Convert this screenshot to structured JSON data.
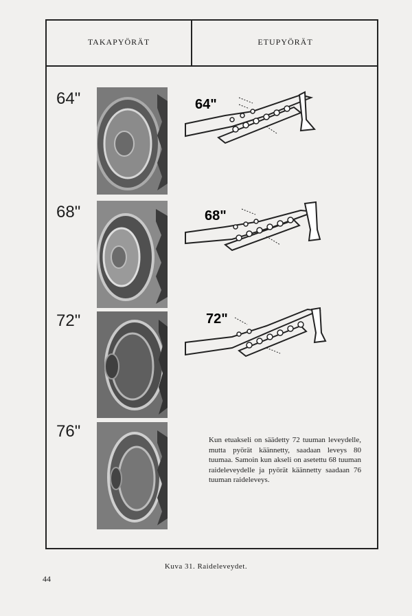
{
  "header": {
    "left": "TAKAPYÖRÄT",
    "right": "ETUPYÖRÄT"
  },
  "rows": [
    {
      "size": "64\"",
      "axle_label": "64\""
    },
    {
      "size": "68\"",
      "axle_label": "68\""
    },
    {
      "size": "72\"",
      "axle_label": "72\""
    },
    {
      "size": "76\""
    }
  ],
  "note": "Kun etuakseli on säädetty 72 tuuman leveydelle, mutta pyörät käännetty, saadaan leveys 80 tuumaa. Samoin kun akseli on asetettu 68 tuuman raideleveydelle ja pyörät käännetty saadaan 76 tuuman raideleveys.",
  "caption": "Kuva 31. Raideleveydet.",
  "page_number": "44"
}
